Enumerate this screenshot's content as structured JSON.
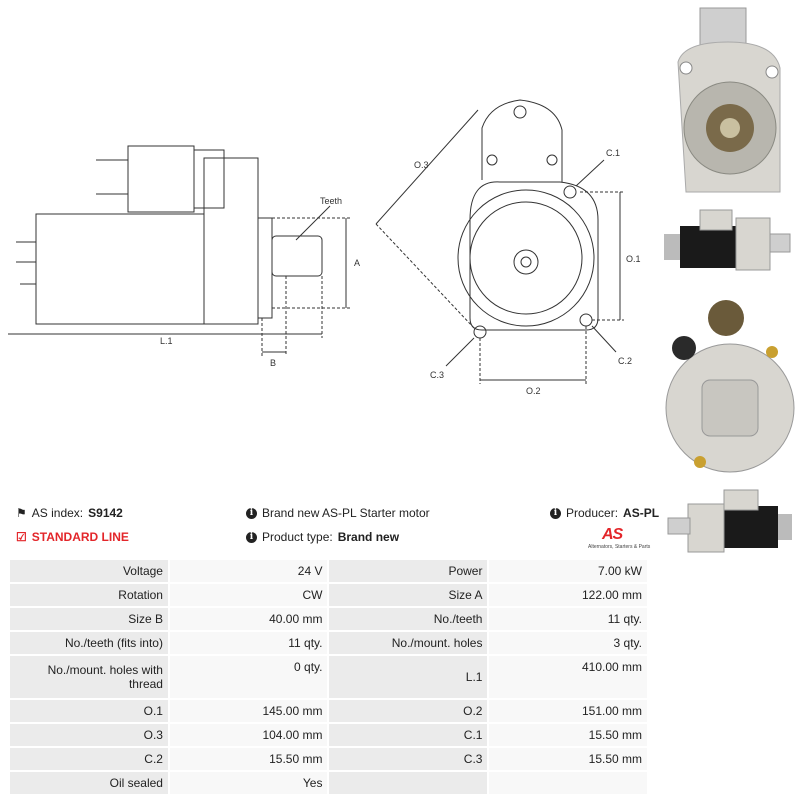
{
  "drawing": {
    "labels": {
      "teeth": "Teeth",
      "a": "A",
      "l1": "L.1",
      "b": "B",
      "o3": "O.3",
      "c1": "C.1",
      "o1": "O.1",
      "c3": "C.3",
      "c2": "C.2",
      "o2": "O.2"
    }
  },
  "photos": [
    {
      "icon": "starter-front-flange-photo"
    },
    {
      "icon": "starter-side-photo"
    },
    {
      "icon": "starter-rear-photo"
    },
    {
      "icon": "starter-side-photo-2"
    }
  ],
  "info": {
    "as_index_label": "AS index:",
    "as_index_value": "S9142",
    "brand_new": "Brand new AS-PL Starter motor",
    "producer_label": "Producer:",
    "producer_value": "AS-PL",
    "standard_line": "STANDARD LINE",
    "product_type_label": "Product type:",
    "product_type_value": "Brand new",
    "logo_mark": "AS",
    "logo_tagline": "Alternators, Starters & Parts",
    "accent_color": "#e3262a"
  },
  "specs": [
    [
      {
        "k": "Voltage",
        "v": "24 V"
      },
      {
        "k": "Power",
        "v": "7.00 kW"
      }
    ],
    [
      {
        "k": "Rotation",
        "v": "CW"
      },
      {
        "k": "Size A",
        "v": "122.00 mm"
      }
    ],
    [
      {
        "k": "Size B",
        "v": "40.00 mm"
      },
      {
        "k": "No./teeth",
        "v": "11 qty."
      }
    ],
    [
      {
        "k": "No./teeth (fits into)",
        "v": "11 qty."
      },
      {
        "k": "No./mount. holes",
        "v": "3 qty."
      }
    ],
    [
      {
        "k": "No./mount. holes with thread",
        "v": "0 qty."
      },
      {
        "k": "L.1",
        "v": "410.00 mm"
      }
    ],
    [
      {
        "k": "O.1",
        "v": "145.00 mm"
      },
      {
        "k": "O.2",
        "v": "151.00 mm"
      }
    ],
    [
      {
        "k": "O.3",
        "v": "104.00 mm"
      },
      {
        "k": "C.1",
        "v": "15.50 mm"
      }
    ],
    [
      {
        "k": "C.2",
        "v": "15.50 mm"
      },
      {
        "k": "C.3",
        "v": "15.50 mm"
      }
    ],
    [
      {
        "k": "Oil sealed",
        "v": "Yes"
      },
      {
        "k": "",
        "v": ""
      }
    ]
  ]
}
